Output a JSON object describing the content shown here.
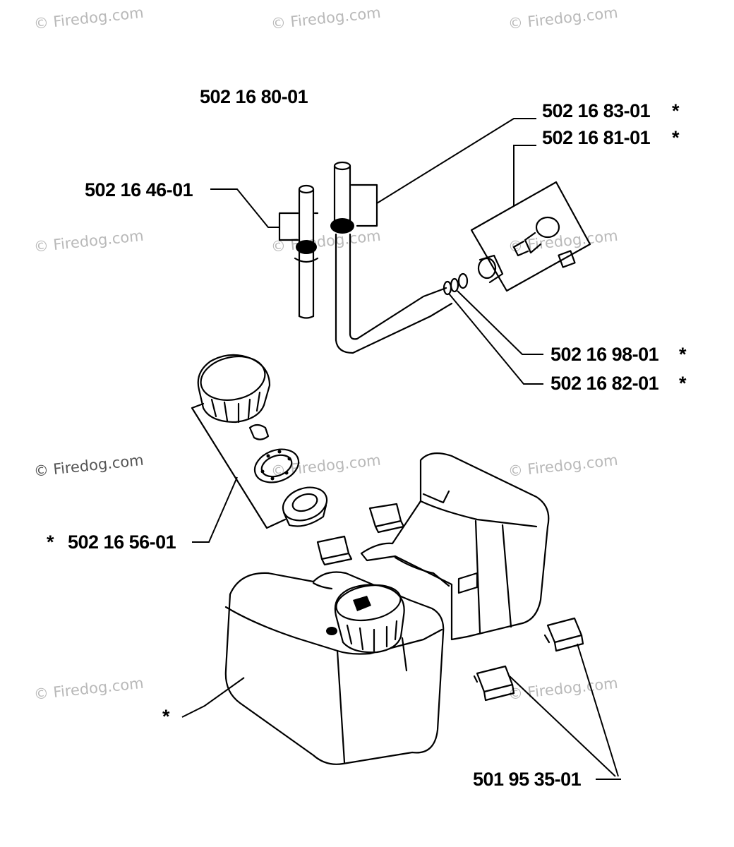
{
  "watermark_text": "© Firedog.com",
  "labels": {
    "kit_main": "502 16 80-01",
    "hose_left": "502 16 46-01",
    "hose_upper": "502 16 83-01",
    "hose_upper_star": "*",
    "filter_kit": "502 16 81-01",
    "filter_kit_star": "*",
    "grommet_a": "502 16 98-01",
    "grommet_a_star": "*",
    "grommet_b": "502 16 82-01",
    "grommet_b_star": "*",
    "cap_kit": "502 16 56-01",
    "cap_kit_star": "*",
    "tank_star": "*",
    "bumper": "501 95 35-01"
  },
  "colors": {
    "line": "#000000",
    "watermark": "#b9b9b9",
    "background": "#ffffff"
  }
}
